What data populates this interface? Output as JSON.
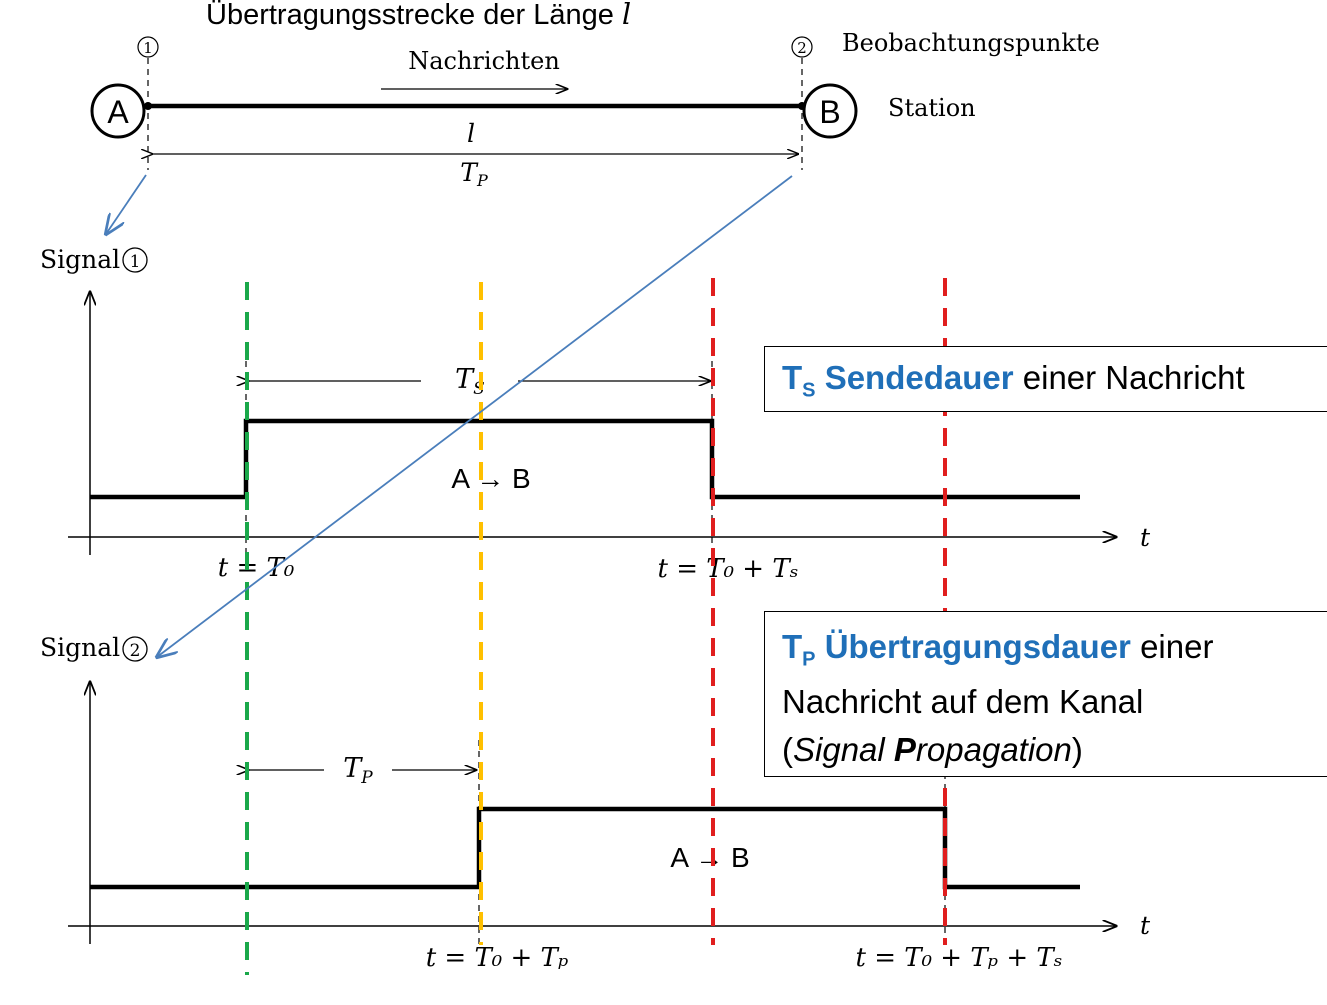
{
  "top": {
    "title_prefix": "Übertragungsstrecke der Länge",
    "title_var": "l",
    "point1": "1",
    "point2": "2",
    "observation_label": "Beobachtungspunkte",
    "messages_label": "Nachrichten",
    "station_a": "A",
    "station_b": "B",
    "station_label": "Station",
    "length_label": "l",
    "tp_label": "T",
    "tp_sub": "P"
  },
  "signal1": {
    "label": "Signal",
    "marker": "1",
    "ts_label": "T",
    "ts_sub": "S",
    "message": "A → B",
    "t_axis": "t",
    "tick_start": "t = T₀",
    "tick_end": "t = T₀ + Tₛ"
  },
  "signal2": {
    "label": "Signal",
    "marker": "2",
    "tp_label": "T",
    "tp_sub": "P",
    "message": "A → B",
    "t_axis": "t",
    "tick_start": "t = T₀ + Tₚ",
    "tick_end": "t = T₀ + Tₚ + Tₛ"
  },
  "box_ts": {
    "symbol": "T",
    "sub": "S",
    "term": "Sendedauer",
    "rest": " einer Nachricht"
  },
  "box_tp": {
    "symbol": "T",
    "sub": "P",
    "term": "Übertragungsdauer",
    "rest1": " einer",
    "line2": "Nachricht auf dem Kanal",
    "paren_open": "(",
    "signal_word": "Signal ",
    "p_letter": "P",
    "ropagation": "ropagation",
    "paren_close": ")"
  },
  "colors": {
    "green": "#1aa84a",
    "yellow": "#ffc000",
    "red": "#e01e1e",
    "blue_line": "#4a7ebb",
    "blue_text": "#1f6fb8"
  }
}
